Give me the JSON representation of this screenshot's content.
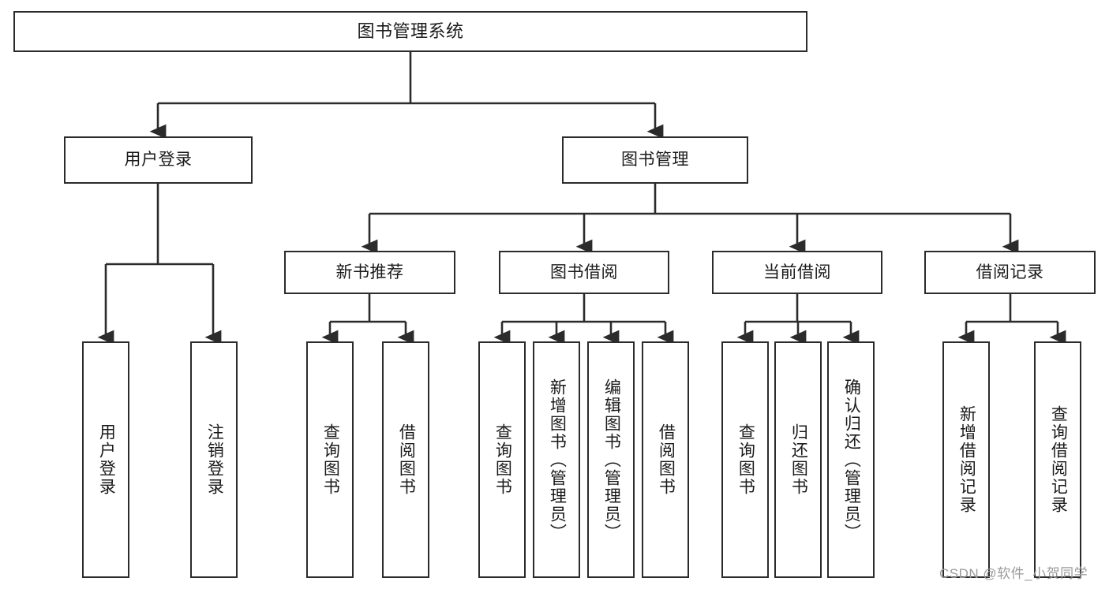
{
  "diagram": {
    "title": "图书管理系统",
    "type": "tree",
    "orientation": "top-down",
    "box_border_color": "#2b2b2b",
    "box_fill_color": "#ffffff",
    "text_color": "#1a1a1a",
    "nodes": {
      "root": {
        "label": "图书管理系统"
      },
      "level1": [
        {
          "label": "用户登录"
        },
        {
          "label": "图书管理"
        }
      ],
      "level2": [
        {
          "label": "新书推荐"
        },
        {
          "label": "图书借阅"
        },
        {
          "label": "当前借阅"
        },
        {
          "label": "借阅记录"
        }
      ],
      "leaves_user_login": [
        {
          "label": "用户登录"
        },
        {
          "label": "注销登录"
        }
      ],
      "leaves_new_book": [
        {
          "label": "查询图书"
        },
        {
          "label": "借阅图书"
        }
      ],
      "leaves_borrow_book": [
        {
          "label": "查询图书"
        },
        {
          "label": "新增图书（管理员）"
        },
        {
          "label": "编辑图书（管理员）"
        },
        {
          "label": "借阅图书"
        }
      ],
      "leaves_current_borrow": [
        {
          "label": "查询图书"
        },
        {
          "label": "归还图书"
        },
        {
          "label": "确认归还（管理员）"
        }
      ],
      "leaves_borrow_record": [
        {
          "label": "新增借阅记录"
        },
        {
          "label": "查询借阅记录"
        }
      ]
    }
  },
  "watermark": {
    "text": "CSDN @软件_小贺同学",
    "color": "#9a9a9a"
  }
}
